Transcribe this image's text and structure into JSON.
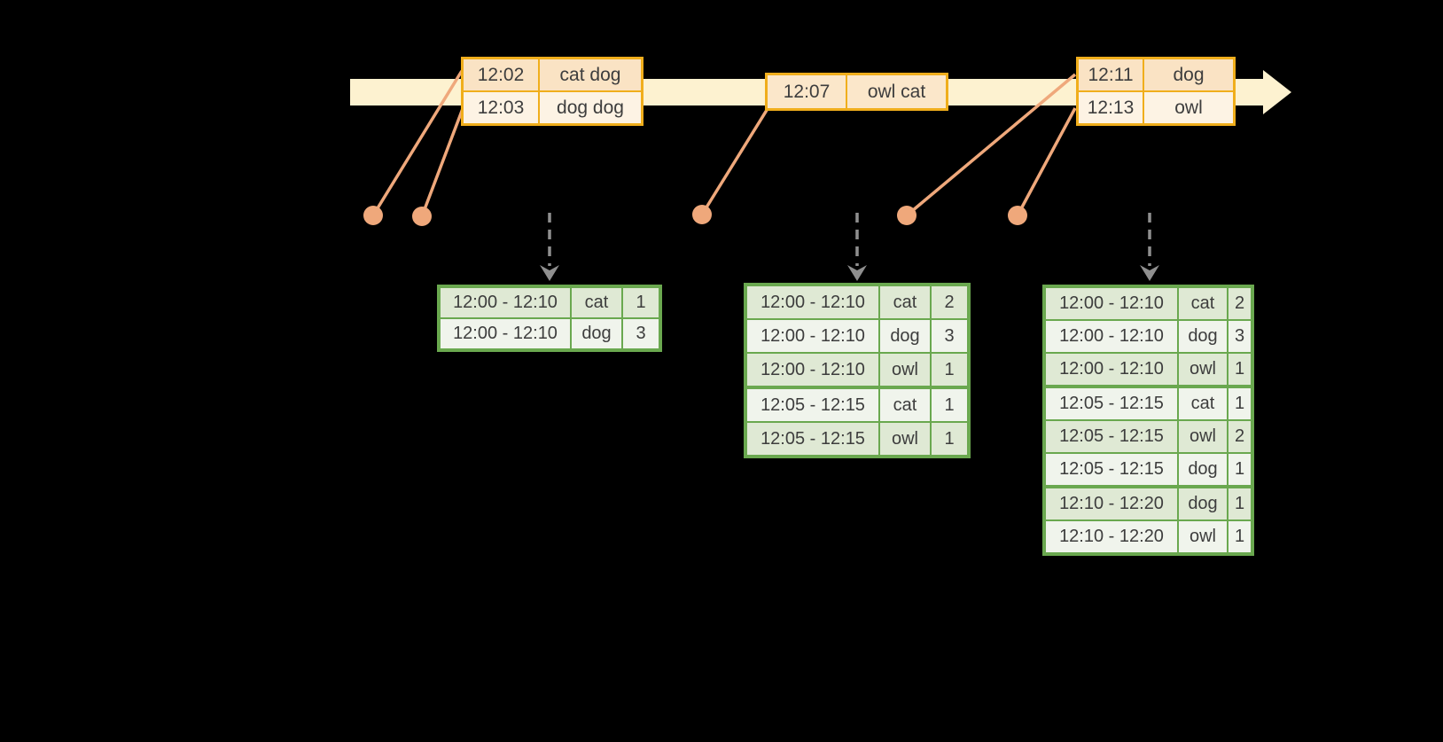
{
  "diagram": {
    "kind": "streaming-windowed-word-count-timeline",
    "colors": {
      "background": "#000000",
      "timeline_band": "#fdf2d0",
      "event_table_border": "#f0ae1c",
      "event_row_dark": "#fae3c4",
      "event_row_light": "#fdf3e4",
      "event_row_mid": "#fbe7ca",
      "connector": "#efa87b",
      "trigger_arrow": "#8f8f8f",
      "result_table_border": "#6aa84f",
      "result_row_dark": "#dfe9d4",
      "result_row_light": "#f0f4ec",
      "text": "#3d3d3d"
    }
  },
  "events": [
    {
      "rows": [
        {
          "time": "12:02",
          "words": "cat dog"
        },
        {
          "time": "12:03",
          "words": "dog dog"
        }
      ]
    },
    {
      "rows": [
        {
          "time": "12:07",
          "words": "owl cat"
        }
      ]
    },
    {
      "rows": [
        {
          "time": "12:11",
          "words": "dog"
        },
        {
          "time": "12:13",
          "words": "owl"
        }
      ]
    }
  ],
  "result_tables": [
    {
      "rows": [
        {
          "window": "12:00 - 12:10",
          "word": "cat",
          "count": "1"
        },
        {
          "window": "12:00 - 12:10",
          "word": "dog",
          "count": "3"
        }
      ]
    },
    {
      "rows": [
        {
          "window": "12:00 - 12:10",
          "word": "cat",
          "count": "2"
        },
        {
          "window": "12:00 - 12:10",
          "word": "dog",
          "count": "3"
        },
        {
          "window": "12:00 - 12:10",
          "word": "owl",
          "count": "1"
        },
        {
          "window": "12:05 - 12:15",
          "word": "cat",
          "count": "1"
        },
        {
          "window": "12:05 - 12:15",
          "word": "owl",
          "count": "1"
        }
      ]
    },
    {
      "rows": [
        {
          "window": "12:00 - 12:10",
          "word": "cat",
          "count": "2"
        },
        {
          "window": "12:00 - 12:10",
          "word": "dog",
          "count": "3"
        },
        {
          "window": "12:00 - 12:10",
          "word": "owl",
          "count": "1"
        },
        {
          "window": "12:05 - 12:15",
          "word": "cat",
          "count": "1"
        },
        {
          "window": "12:05 - 12:15",
          "word": "owl",
          "count": "2"
        },
        {
          "window": "12:05 - 12:15",
          "word": "dog",
          "count": "1"
        },
        {
          "window": "12:10 - 12:20",
          "word": "dog",
          "count": "1"
        },
        {
          "window": "12:10 - 12:20",
          "word": "owl",
          "count": "1"
        }
      ]
    }
  ]
}
